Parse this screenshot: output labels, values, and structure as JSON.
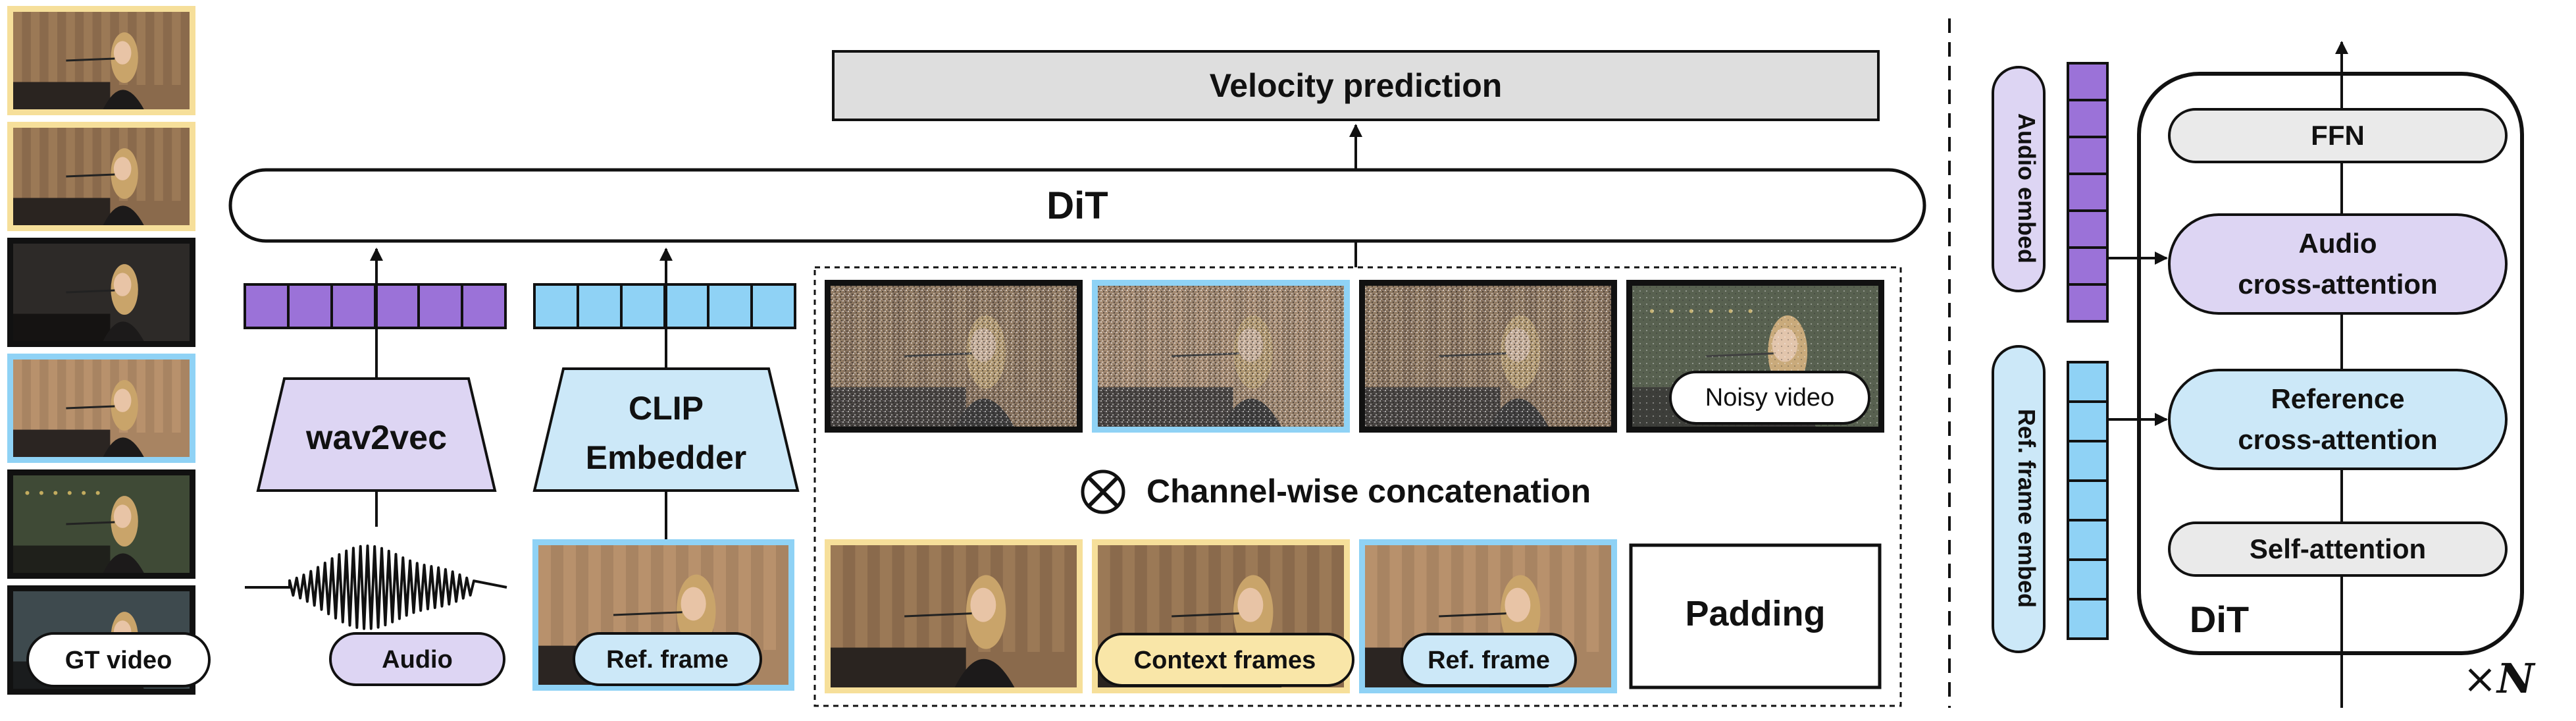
{
  "colors": {
    "audio_purple": "#9b72d8",
    "audio_fill": "#ddd5f3",
    "ref_blue": "#8fd2f5",
    "ref_fill": "#cce8f8",
    "context_yellow": "#f6df9a",
    "context_fill": "#f9e6a8",
    "gray_fill": "#dedede",
    "line": "#111111"
  },
  "gt_strip": {
    "label": "GT video",
    "frames": [
      {
        "border": "#f6df9a",
        "scene": "piano_warm"
      },
      {
        "border": "#f6df9a",
        "scene": "piano_warm"
      },
      {
        "border": "#111111",
        "scene": "dark_close"
      },
      {
        "border": "#8fd2f5",
        "scene": "wall_close"
      },
      {
        "border": "#111111",
        "scene": "green_mic"
      },
      {
        "border": "#111111",
        "scene": "dark_piano"
      }
    ]
  },
  "velocity_prediction": "Velocity prediction",
  "dit_label": "DiT",
  "audio_branch": {
    "encoder_label": "wav2vec",
    "input_label": "Audio",
    "token_count": 6
  },
  "ref_branch": {
    "encoder_label_line1": "CLIP",
    "encoder_label_line2": "Embedder",
    "input_label": "Ref. frame",
    "token_count": 6
  },
  "concat": {
    "top_row": [
      {
        "border": "#111111",
        "scene": "piano_warm",
        "noise": "heavy"
      },
      {
        "border": "#8fd2f5",
        "scene": "wall_close",
        "noise": "heavy"
      },
      {
        "border": "#111111",
        "scene": "piano_warm",
        "noise": "heavy"
      },
      {
        "border": "#111111",
        "scene": "green_mic",
        "noise": "light"
      }
    ],
    "noisy_label": "Noisy video",
    "operator_label": "Channel-wise concatenation",
    "bottom_row": [
      {
        "border": "#f6df9a",
        "scene": "piano_warm"
      },
      {
        "border": "#f6df9a",
        "scene": "piano_warm"
      },
      {
        "border": "#8fd2f5",
        "scene": "wall_close"
      }
    ],
    "context_label": "Context frames",
    "ref_label": "Ref. frame",
    "padding_label": "Padding"
  },
  "dit_block": {
    "audio_embed_label": "Audio embed",
    "ref_embed_label": "Ref. frame embed",
    "audio_embed_tokens": 7,
    "ref_embed_tokens": 7,
    "ffn_label": "FFN",
    "audio_xattn_line1": "Audio",
    "audio_xattn_line2": "cross-attention",
    "ref_xattn_line1": "Reference",
    "ref_xattn_line2": "cross-attention",
    "self_attn_label": "Self-attention",
    "block_label": "DiT",
    "repeat_label": "×",
    "repeat_var": "N"
  }
}
